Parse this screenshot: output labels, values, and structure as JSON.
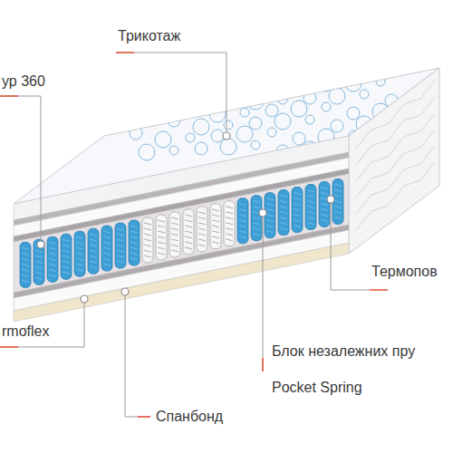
{
  "diagram": {
    "labels": [
      "Трикотаж",
      "ур 360",
      "Термопов",
      "rmoflex",
      "Блок незалежних пру",
      "Pocket Spring",
      "Спанбонд"
    ]
  }
}
